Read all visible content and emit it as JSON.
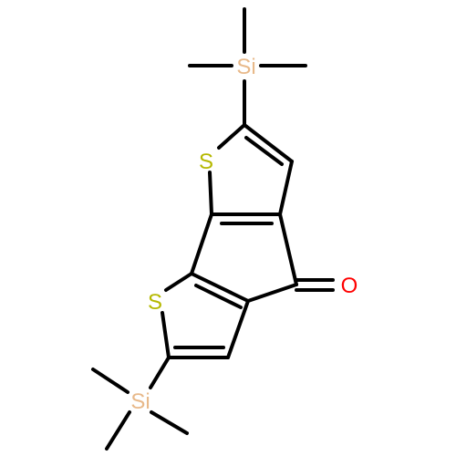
{
  "molecule": {
    "atoms": {
      "si_top": {
        "symbol": "Si",
        "color": "#E8B98A"
      },
      "s_top": {
        "symbol": "S",
        "color": "#B5B800"
      },
      "s_bottom": {
        "symbol": "S",
        "color": "#B5B800"
      },
      "o": {
        "symbol": "O",
        "color": "#FF0000"
      },
      "si_bottom": {
        "symbol": "Si",
        "color": "#E8B98A"
      }
    },
    "bond_color": "#000000"
  }
}
